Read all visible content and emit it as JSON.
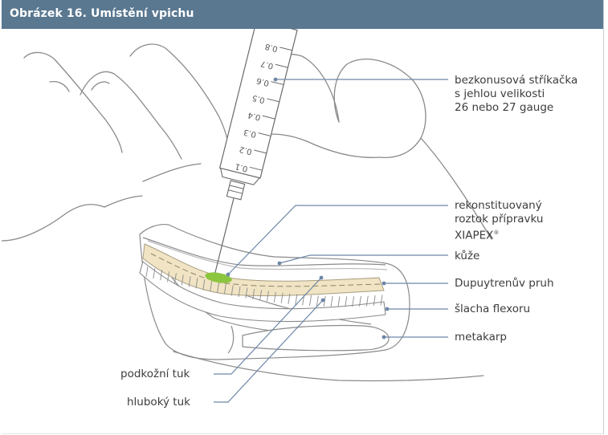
{
  "figure": {
    "title": "Obrázek 16. Umístění vpichu",
    "header_color": "#5a7890",
    "leader_color": "#6d86a8",
    "fat_color": "#f0e4c4",
    "injection_color": "#8cc63f"
  },
  "labels": {
    "syringe_line1": "bezkonusová stříkačka",
    "syringe_line2": "s jehlou velikosti",
    "syringe_line3": "26 nebo 27 gauge",
    "solution_line1": "rekonstituovaný",
    "solution_line2": "roztok přípravku",
    "solution_line3": "XIAPEX",
    "solution_mark": "®",
    "skin": "kůže",
    "cord": "Dupuytrenův pruh",
    "tendon": "šlacha flexoru",
    "metacarpal": "metakarp",
    "subcutaneous_fat": "podkožní tuk",
    "deep_fat": "hluboký tuk"
  },
  "syringe_scale": [
    "0.1",
    "0.2",
    "0.3",
    "0.4",
    "0.5",
    "0.6",
    "0.7",
    "0.8"
  ]
}
